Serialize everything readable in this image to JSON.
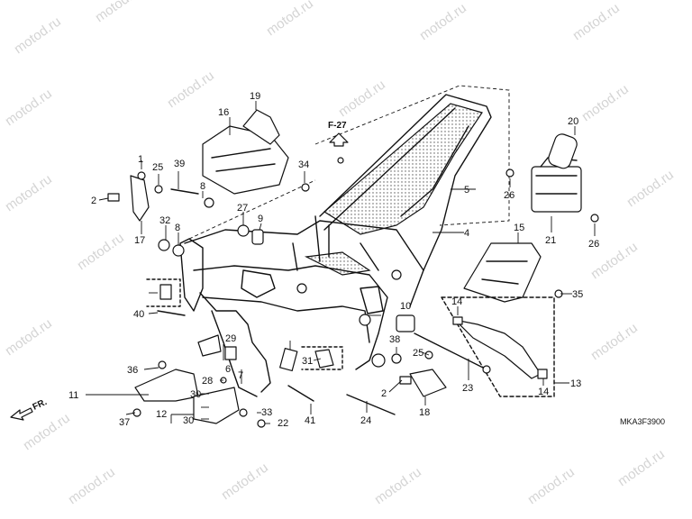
{
  "watermark": "motod.ru",
  "reference": {
    "label": "F-27"
  },
  "diagram_code": "MKA3F3900",
  "direction": {
    "label": "FR."
  },
  "callouts": {
    "c1": "1",
    "c2a": "2",
    "c2b": "2",
    "c4": "4",
    "c5": "5",
    "c6": "6",
    "c7": "7",
    "c8a": "8",
    "c8b": "8",
    "c9": "9",
    "c10": "10",
    "c11": "11",
    "c12": "12",
    "c13": "13",
    "c14a": "14",
    "c14b": "14",
    "c15": "15",
    "c16": "16",
    "c17": "17",
    "c18": "18",
    "c19": "19",
    "c20": "20",
    "c21": "21",
    "c22": "22",
    "c23": "23",
    "c24": "24",
    "c25a": "25",
    "c25b": "25",
    "c26a": "26",
    "c26b": "26",
    "c27": "27",
    "c28": "28",
    "c29": "29",
    "c30a": "30",
    "c30b": "30",
    "c31": "31",
    "c32": "32",
    "c33": "33",
    "c34": "34",
    "c35": "35",
    "c36": "36",
    "c37": "37",
    "c38": "38",
    "c39": "39",
    "c40": "40",
    "c41": "41"
  }
}
